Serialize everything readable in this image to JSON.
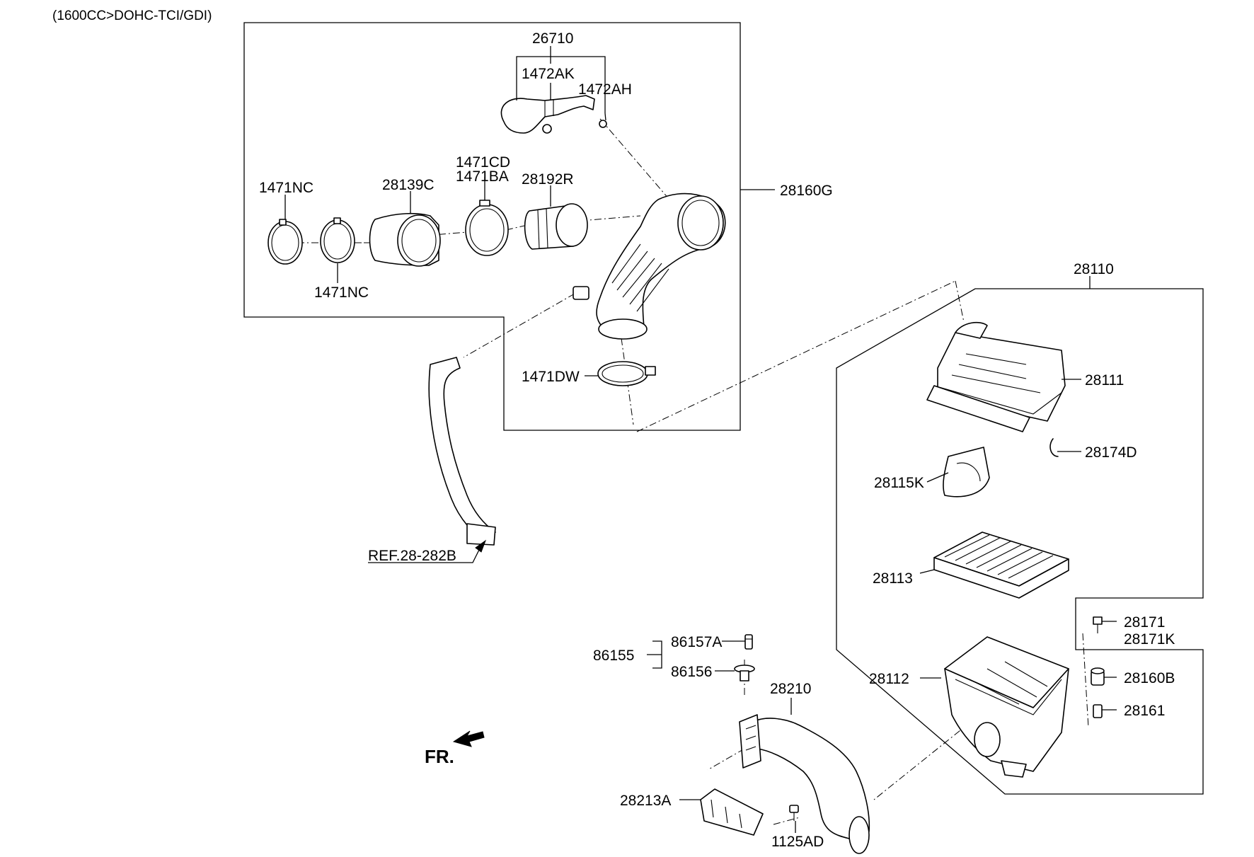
{
  "header": {
    "engine_spec": "(1600CC>DOHC-TCI/GDI)"
  },
  "labels": {
    "p26710": "26710",
    "p1472AK": "1472AK",
    "p1472AH": "1472AH",
    "p28160G": "28160G",
    "p1471NC_top": "1471NC",
    "p1471NC_bottom": "1471NC",
    "p28139C": "28139C",
    "p1471CD": "1471CD",
    "p1471BA": "1471BA",
    "p28192R": "28192R",
    "p1471DW": "1471DW",
    "ref": "REF.28-282B",
    "p28110": "28110",
    "p28111": "28111",
    "p28174D": "28174D",
    "p28115K": "28115K",
    "p28113": "28113",
    "p28171": "28171",
    "p28171K": "28171K",
    "p28112": "28112",
    "p28160B": "28160B",
    "p28161": "28161",
    "p86157A": "86157A",
    "p86155": "86155",
    "p86156": "86156",
    "p28210": "28210",
    "p28213A": "28213A",
    "p1125AD": "1125AD",
    "fr": "FR."
  }
}
